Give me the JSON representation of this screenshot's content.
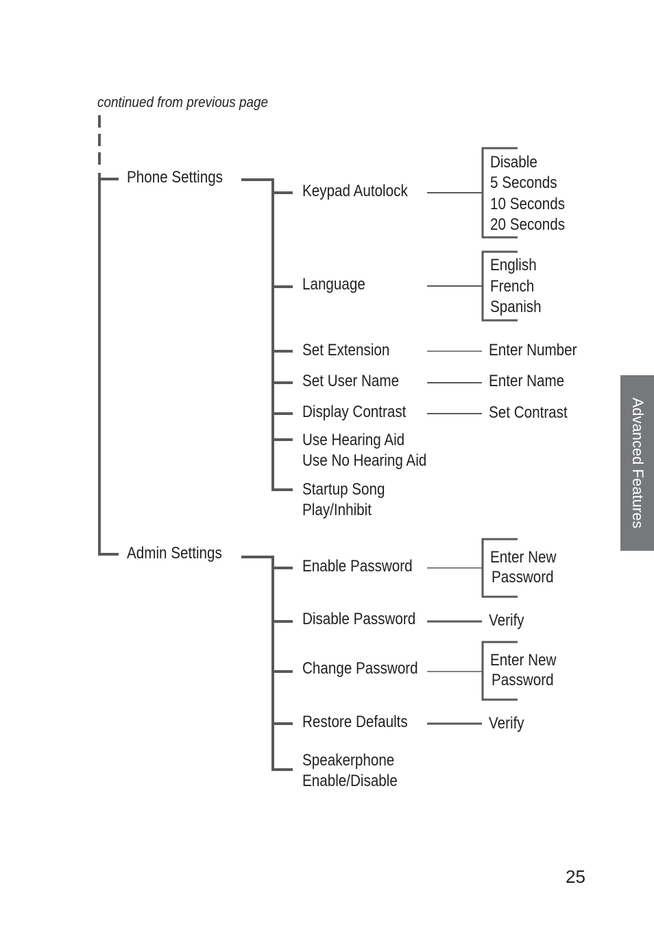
{
  "continued": "continued from previous page",
  "side_tab": "Advanced Features",
  "page_number": "25",
  "menu": {
    "phone_settings": {
      "label": "Phone Settings",
      "keypad_autolock": {
        "label": "Keypad Autolock",
        "options": [
          "Disable",
          "5 Seconds",
          "10 Seconds",
          "20 Seconds"
        ]
      },
      "language": {
        "label": "Language",
        "options": [
          "English",
          "French",
          "Spanish"
        ]
      },
      "set_extension": {
        "label": "Set Extension",
        "result": "Enter Number"
      },
      "set_user_name": {
        "label": "Set User Name",
        "result": "Enter Name"
      },
      "display_contrast": {
        "label": "Display Contrast",
        "result": "Set Contrast"
      },
      "hearing_aid": {
        "line1": "Use Hearing Aid",
        "line2": "Use No Hearing Aid"
      },
      "startup_song": {
        "line1": "Startup Song",
        "line2": "Play/Inhibit"
      }
    },
    "admin_settings": {
      "label": "Admin Settings",
      "enable_password": {
        "label": "Enable Password",
        "line1": "Enter New",
        "line2": "Password"
      },
      "disable_password": {
        "label": "Disable Password",
        "result": "Verify"
      },
      "change_password": {
        "label": "Change Password",
        "line1": "Enter New",
        "line2": "Password"
      },
      "restore_defaults": {
        "label": "Restore Defaults",
        "result": "Verify"
      },
      "speakerphone": {
        "line1": "Speakerphone",
        "line2": "Enable/Disable"
      }
    }
  }
}
